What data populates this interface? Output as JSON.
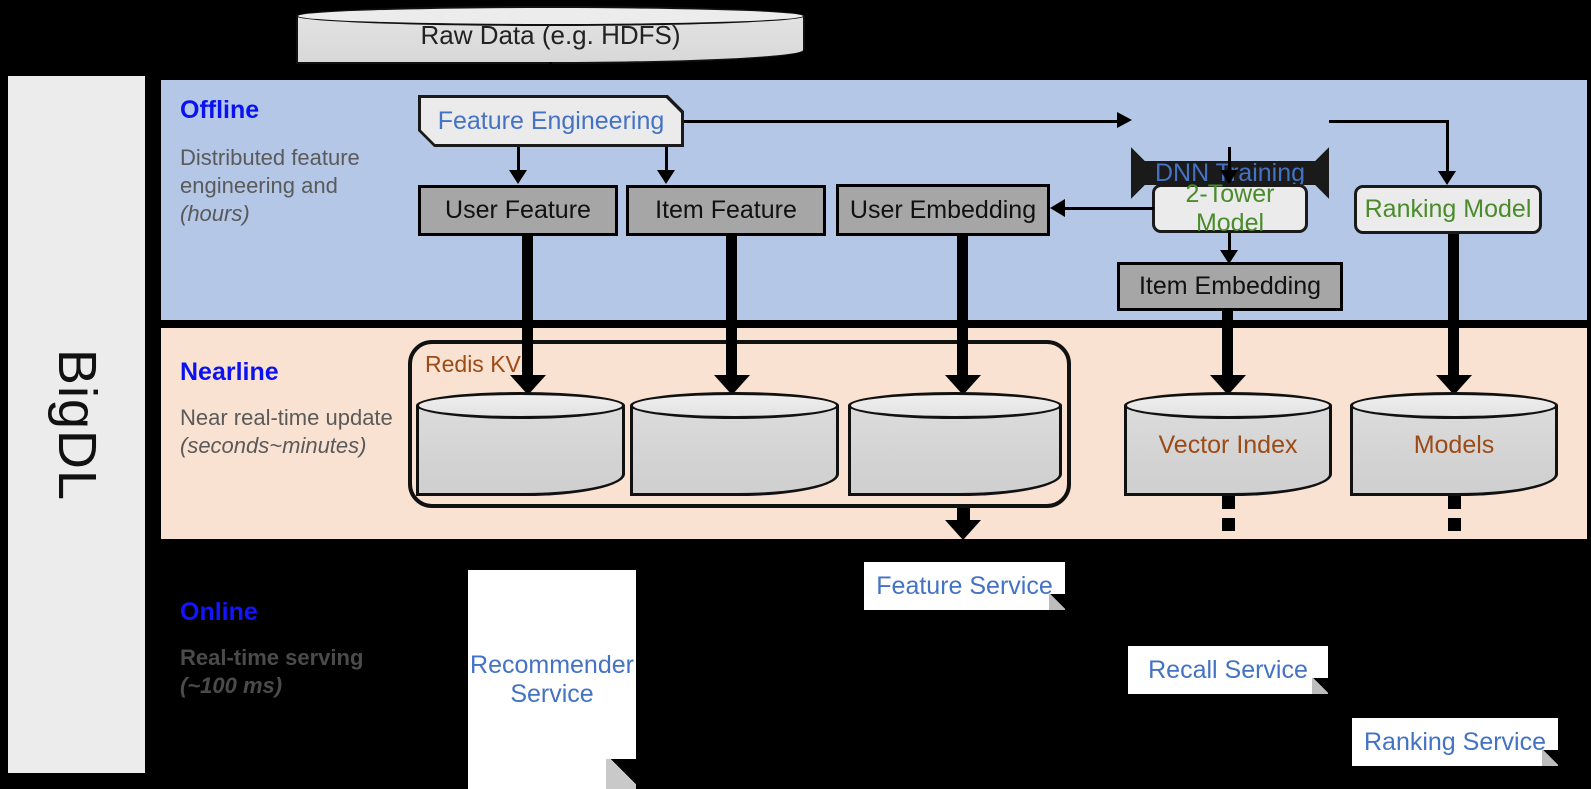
{
  "rail": {
    "label": "BigDL"
  },
  "bands": {
    "offline": {
      "title": "Offline",
      "subtitle": "Distributed feature engineering and ",
      "subtitle_em": "(hours)"
    },
    "nearline": {
      "title": "Nearline",
      "subtitle": "Near real-time update ",
      "subtitle_em": "(seconds~minutes)"
    },
    "online": {
      "title": "Online",
      "subtitle": "Real-time serving ",
      "subtitle_em": "(~100 ms)"
    }
  },
  "source": {
    "raw_data": "Raw Data (e.g. HDFS)"
  },
  "offline": {
    "feature_engineering": "Feature Engineering",
    "dnn_training": "DNN Training",
    "user_feature": "User Feature",
    "item_feature": "Item Feature",
    "user_embedding": "User Embedding",
    "two_tower_model": "2-Tower Model",
    "ranking_model": "Ranking Model",
    "item_embedding": "Item Embedding"
  },
  "nearline": {
    "redis_kv": "Redis KV",
    "stores": [
      "",
      "",
      ""
    ],
    "vector_index": "Vector Index",
    "models": "Models"
  },
  "online": {
    "recommender_service": "Recommender Service",
    "feature_service": "Feature Service",
    "recall_service": "Recall Service",
    "ranking_service": "Ranking Service"
  },
  "colors": {
    "offline_band": "#b4c7e7",
    "nearline_band": "#fae2d2",
    "band_title": "#0a12f0",
    "process_text": "#4472c4",
    "model_text": "#4a8b2c",
    "store_text": "#9c4a16",
    "data_box": "#a6a6a6"
  }
}
